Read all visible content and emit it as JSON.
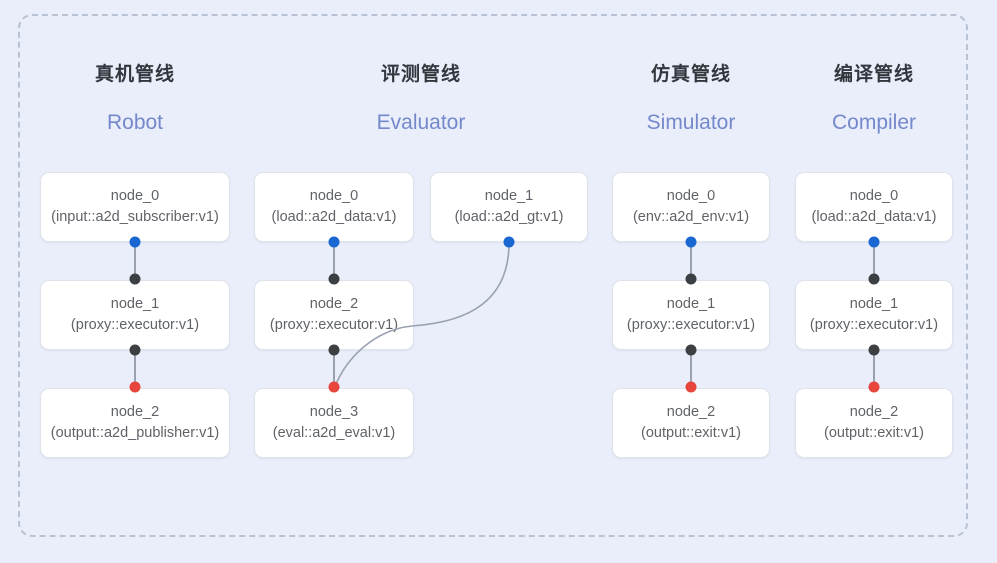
{
  "canvas": {
    "background_color": "#e9eefa",
    "frame_border_color": "#b9c2d4",
    "frame_style": "dashed"
  },
  "palette": {
    "node_background": "#ffffff",
    "node_border": "#dfe3ea",
    "node_text": "#5f6368",
    "title_cn_color": "#33373d",
    "title_en_color": "#7488cb",
    "port_output_blue": "#1a67d2",
    "port_input_dark": "#3c4043",
    "port_terminal_red": "#e8453c",
    "edge_color": "#9aa2b1"
  },
  "columns": [
    {
      "title_cn": "真机管线",
      "title_en": "Robot",
      "nodes": [
        {
          "id": "node_0",
          "type": "(input::a2d_subscriber:v1)"
        },
        {
          "id": "node_1",
          "type": "(proxy::executor:v1)"
        },
        {
          "id": "node_2",
          "type": "(output::a2d_publisher:v1)"
        }
      ]
    },
    {
      "title_cn": "评测管线",
      "title_en": "Evaluator",
      "nodes": [
        {
          "id": "node_0",
          "type": "(load::a2d_data:v1)"
        },
        {
          "id": "node_1",
          "type": "(load::a2d_gt:v1)"
        },
        {
          "id": "node_2",
          "type": "(proxy::executor:v1)"
        },
        {
          "id": "node_3",
          "type": "(eval::a2d_eval:v1)"
        }
      ]
    },
    {
      "title_cn": "仿真管线",
      "title_en": "Simulator",
      "nodes": [
        {
          "id": "node_0",
          "type": "(env::a2d_env:v1)"
        },
        {
          "id": "node_1",
          "type": "(proxy::executor:v1)"
        },
        {
          "id": "node_2",
          "type": "(output::exit:v1)"
        }
      ]
    },
    {
      "title_cn": "编译管线",
      "title_en": "Compiler",
      "nodes": [
        {
          "id": "node_0",
          "type": "(load::a2d_data:v1)"
        },
        {
          "id": "node_1",
          "type": "(proxy::executor:v1)"
        },
        {
          "id": "node_2",
          "type": "(output::exit:v1)"
        }
      ]
    }
  ]
}
